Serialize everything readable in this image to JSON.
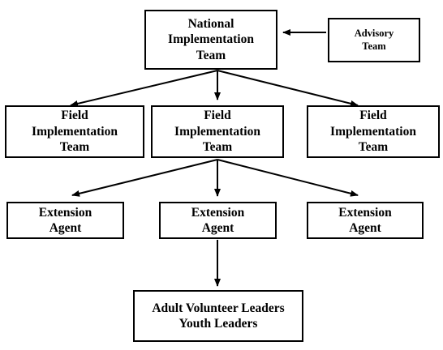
{
  "diagram": {
    "national_team": [
      "National",
      "Implementation",
      "Team"
    ],
    "advisory_team": [
      "Advisory",
      "Team"
    ],
    "field_teams": [
      [
        "Field",
        "Implementation",
        "Team"
      ],
      [
        "Field",
        "Implementation",
        "Team"
      ],
      [
        "Field",
        "Implementation",
        "Team"
      ]
    ],
    "extension_agents": [
      [
        "Extension",
        "Agent"
      ],
      [
        "Extension",
        "Agent"
      ],
      [
        "Extension",
        "Agent"
      ]
    ],
    "leaders": [
      "Adult Volunteer Leaders",
      "Youth Leaders"
    ],
    "colors": {
      "line": "#000000",
      "box_fill": "#ffffff",
      "text": "#000000"
    }
  }
}
